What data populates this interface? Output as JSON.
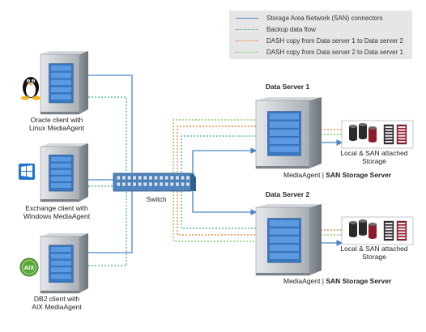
{
  "legend": [
    {
      "label": "Storage Area Network (SAN) connectors",
      "color": "#4a86c5",
      "style": "solid-arrow"
    },
    {
      "label": "Backup data flow",
      "color": "#3aa7a7",
      "style": "dotted"
    },
    {
      "label": "DASH copy from Data server 1 to Data server 2",
      "color": "#e8742a",
      "style": "dotted"
    },
    {
      "label": "DASH copy from Data server 2 to Data server 1",
      "color": "#6cc24a",
      "style": "dotted"
    }
  ],
  "clients": [
    {
      "label_line1": "Oracle client with",
      "label_line2": "Linux MediaAgent",
      "icon": "linux-penguin-icon"
    },
    {
      "label_line1": "Exchange client with",
      "label_line2": "Windows MediaAgent",
      "icon": "windows-logo-icon"
    },
    {
      "label_line1": "DB2 client with",
      "label_line2": "AIX MediaAgent",
      "icon": "aix-logo-icon"
    }
  ],
  "switch": {
    "label": "Switch"
  },
  "servers": [
    {
      "title": "Data Server 1",
      "role_left": "MediaAgent",
      "role_sep": "|",
      "role_right": "SAN Storage Server",
      "storage_line1": "Local & SAN attached",
      "storage_line2": "Storage"
    },
    {
      "title": "Data Server 2",
      "role_left": "MediaAgent",
      "role_sep": "|",
      "role_right": "SAN Storage Server",
      "storage_line1": "Local & SAN attached",
      "storage_line2": "Storage"
    }
  ],
  "colors": {
    "san": "#4a86c5",
    "backup": "#3aa7a7",
    "dash1to2": "#e8742a",
    "dash2to1": "#6cc24a",
    "server_body": "#c8cdd2",
    "server_panel": "#3a78c2"
  }
}
